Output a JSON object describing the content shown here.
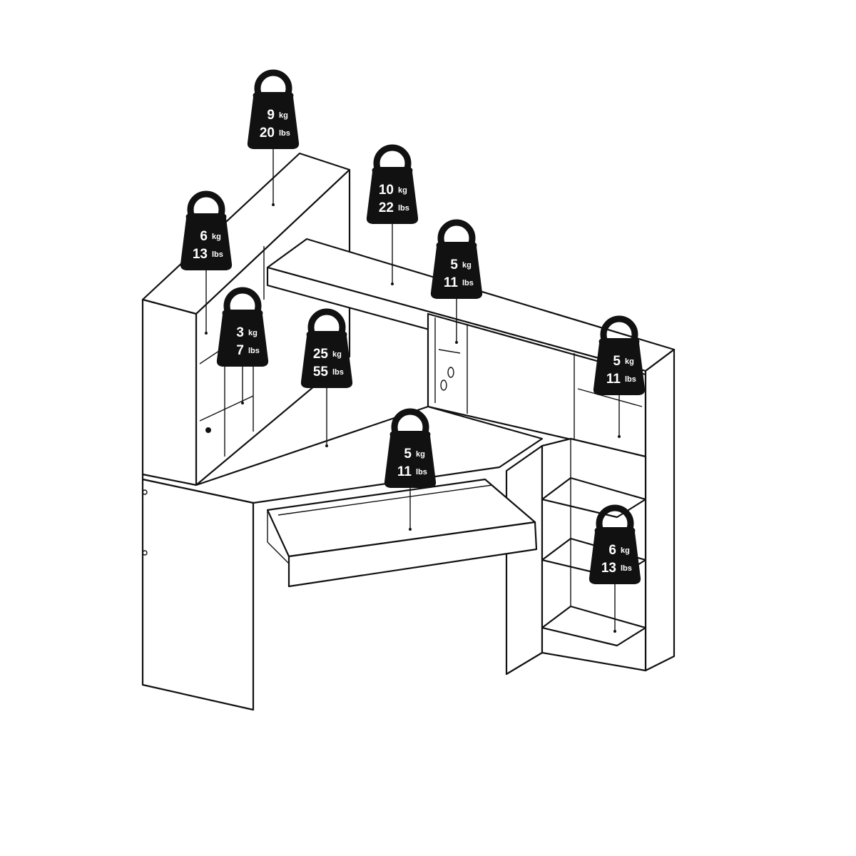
{
  "title": "Corner desk with hutch – maximum load per surface",
  "weights": [
    {
      "name": "hutch-left-top",
      "kg": "9",
      "lbs": "20",
      "kg_unit": "kg",
      "lbs_unit": "lbs"
    },
    {
      "name": "left-tower-shelf",
      "kg": "6",
      "lbs": "13",
      "kg_unit": "kg",
      "lbs_unit": "lbs"
    },
    {
      "name": "hutch-long-top",
      "kg": "10",
      "lbs": "22",
      "kg_unit": "kg",
      "lbs_unit": "lbs"
    },
    {
      "name": "hutch-small-shelf",
      "kg": "5",
      "lbs": "11",
      "kg_unit": "kg",
      "lbs_unit": "lbs"
    },
    {
      "name": "left-hutch-inner-shelf",
      "kg": "3",
      "lbs": "7",
      "kg_unit": "kg",
      "lbs_unit": "lbs"
    },
    {
      "name": "desk-top",
      "kg": "25",
      "lbs": "55",
      "kg_unit": "kg",
      "lbs_unit": "lbs"
    },
    {
      "name": "right-hutch-shelf",
      "kg": "5",
      "lbs": "11",
      "kg_unit": "kg",
      "lbs_unit": "lbs"
    },
    {
      "name": "keyboard-drawer",
      "kg": "5",
      "lbs": "11",
      "kg_unit": "kg",
      "lbs_unit": "lbs"
    },
    {
      "name": "right-bookcase-shelf",
      "kg": "6",
      "lbs": "13",
      "kg_unit": "kg",
      "lbs_unit": "lbs"
    }
  ]
}
